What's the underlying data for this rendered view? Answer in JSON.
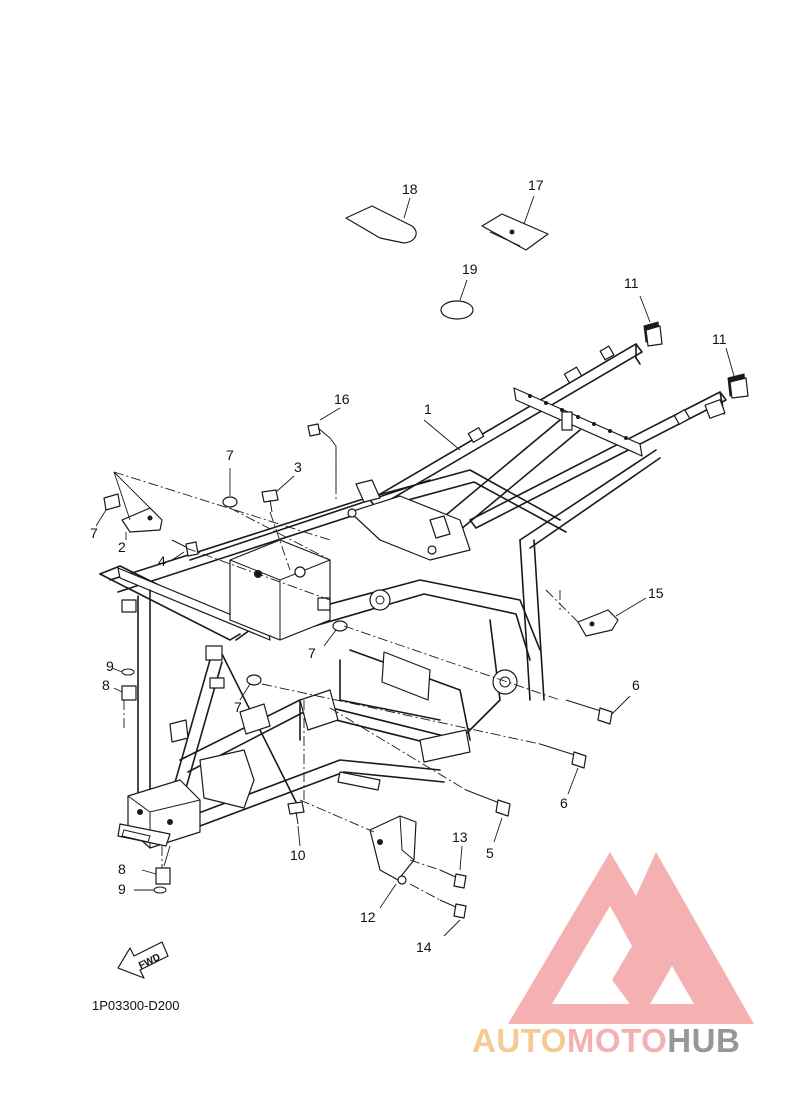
{
  "diagram": {
    "callouts": [
      {
        "id": "c1",
        "label": "1"
      },
      {
        "id": "c2",
        "label": "2"
      },
      {
        "id": "c3",
        "label": "3"
      },
      {
        "id": "c4",
        "label": "4"
      },
      {
        "id": "c5",
        "label": "5"
      },
      {
        "id": "c6a",
        "label": "6"
      },
      {
        "id": "c6b",
        "label": "6"
      },
      {
        "id": "c7a",
        "label": "7"
      },
      {
        "id": "c7b",
        "label": "7"
      },
      {
        "id": "c7c",
        "label": "7"
      },
      {
        "id": "c7d",
        "label": "7"
      },
      {
        "id": "c8a",
        "label": "8"
      },
      {
        "id": "c8b",
        "label": "8"
      },
      {
        "id": "c9a",
        "label": "9"
      },
      {
        "id": "c9b",
        "label": "9"
      },
      {
        "id": "c10",
        "label": "10"
      },
      {
        "id": "c11a",
        "label": "11"
      },
      {
        "id": "c11b",
        "label": "11"
      },
      {
        "id": "c12",
        "label": "12"
      },
      {
        "id": "c13",
        "label": "13"
      },
      {
        "id": "c14",
        "label": "14"
      },
      {
        "id": "c15",
        "label": "15"
      },
      {
        "id": "c16",
        "label": "16"
      },
      {
        "id": "c17",
        "label": "17"
      },
      {
        "id": "c18",
        "label": "18"
      },
      {
        "id": "c19",
        "label": "19"
      }
    ],
    "fwd_label": "FWD",
    "drawing_code": "1P03300-D200"
  },
  "watermark": {
    "word_part1": "AUTO",
    "word_part2": "MOTO",
    "word_part3": "HUB",
    "colors": {
      "logo": "#f4a8a8",
      "auto": "#f6c58a",
      "moto": "#f4a8a8",
      "hub": "#8c8c8c"
    }
  }
}
